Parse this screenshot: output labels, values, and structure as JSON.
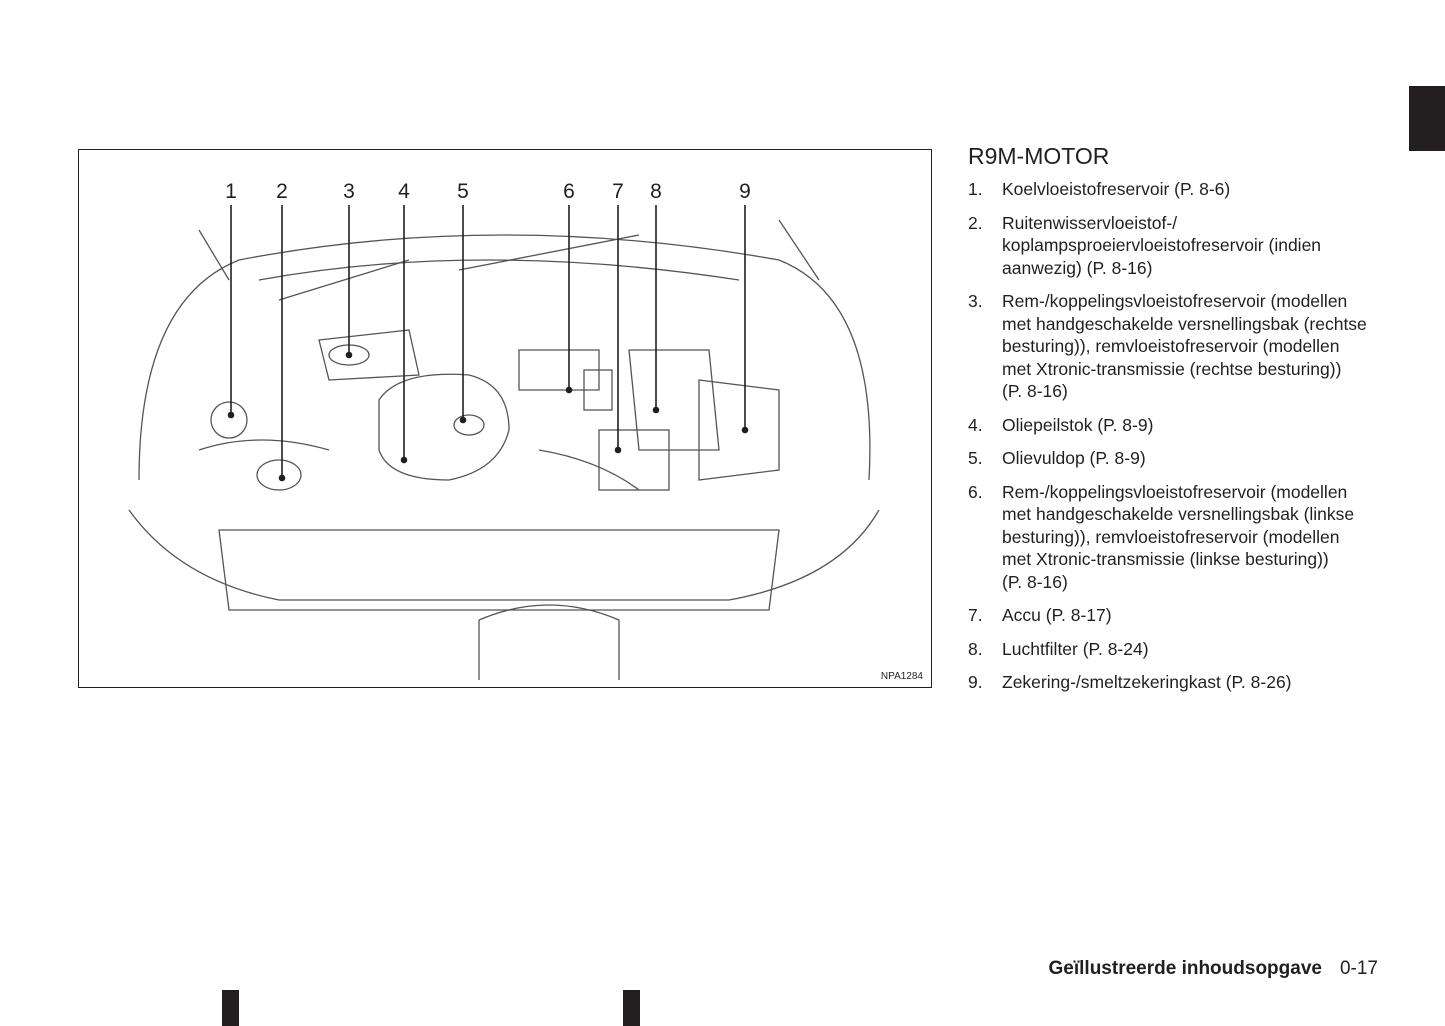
{
  "section_title": "R9M-MOTOR",
  "figure": {
    "code": "NPA1284",
    "callouts": [
      "1",
      "2",
      "3",
      "4",
      "5",
      "6",
      "7",
      "8",
      "9"
    ]
  },
  "items": [
    {
      "num": "1.",
      "lines": [
        "Koelvloeistofreservoir (P. 8-6)"
      ]
    },
    {
      "num": "2.",
      "lines": [
        "Ruitenwisservloeistof-/",
        "koplampsproeiervloeistofreservoir (indien",
        "aanwezig) (P. 8-16)"
      ]
    },
    {
      "num": "3.",
      "lines": [
        "Rem-/koppelingsvloeistofreservoir (modellen",
        "met handgeschakelde versnellingsbak (rechtse",
        "besturing)), remvloeistofreservoir (modellen",
        "met Xtronic-transmissie (rechtse besturing))",
        "(P. 8-16)"
      ]
    },
    {
      "num": "4.",
      "lines": [
        "Oliepeilstok (P. 8-9)"
      ]
    },
    {
      "num": "5.",
      "lines": [
        "Olievuldop (P. 8-9)"
      ]
    },
    {
      "num": "6.",
      "lines": [
        "Rem-/koppelingsvloeistofreservoir (modellen",
        "met handgeschakelde versnellingsbak (linkse",
        "besturing)), remvloeistofreservoir (modellen",
        "met Xtronic-transmissie (linkse besturing))",
        "(P. 8-16)"
      ]
    },
    {
      "num": "7.",
      "lines": [
        "Accu (P. 8-17)"
      ]
    },
    {
      "num": "8.",
      "lines": [
        "Luchtfilter (P. 8-24)"
      ]
    },
    {
      "num": "9.",
      "lines": [
        "Zekering-/smeltzekeringkast (P. 8-26)"
      ]
    }
  ],
  "footer": {
    "section": "Geïllustreerde inhoudsopgave",
    "page": "0-17"
  }
}
